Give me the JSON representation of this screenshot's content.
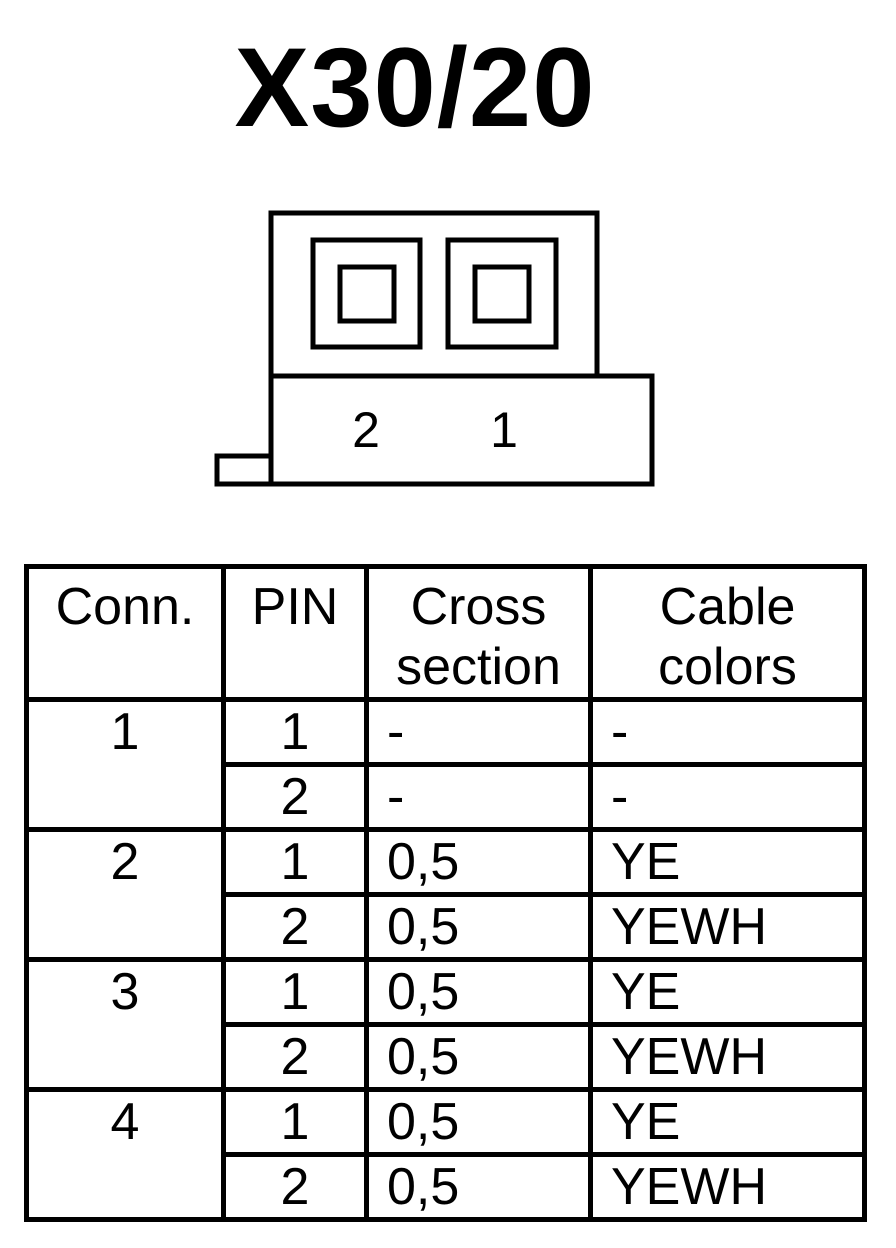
{
  "title": "X30/20",
  "connector": {
    "pin_labels": [
      "2",
      "1"
    ]
  },
  "table": {
    "headers": {
      "conn": "Conn.",
      "pin": "PIN",
      "cross_line1": "Cross",
      "cross_line2": "section",
      "color_line1": "Cable",
      "color_line2": "colors"
    },
    "groups": [
      {
        "conn": "1",
        "rows": [
          {
            "pin": "1",
            "cross": "-",
            "color": "-"
          },
          {
            "pin": "2",
            "cross": "-",
            "color": "-"
          }
        ]
      },
      {
        "conn": "2",
        "rows": [
          {
            "pin": "1",
            "cross": "0,5",
            "color": "YE"
          },
          {
            "pin": "2",
            "cross": "0,5",
            "color": "YEWH"
          }
        ]
      },
      {
        "conn": "3",
        "rows": [
          {
            "pin": "1",
            "cross": "0,5",
            "color": "YE"
          },
          {
            "pin": "2",
            "cross": "0,5",
            "color": "YEWH"
          }
        ]
      },
      {
        "conn": "4",
        "rows": [
          {
            "pin": "1",
            "cross": "0,5",
            "color": "YE"
          },
          {
            "pin": "2",
            "cross": "0,5",
            "color": "YEWH"
          }
        ]
      }
    ]
  }
}
